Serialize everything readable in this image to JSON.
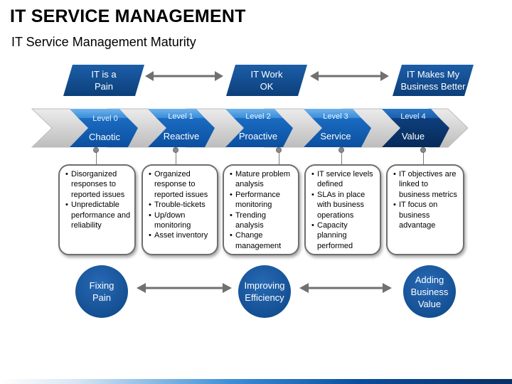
{
  "title": "IT SERVICE MANAGEMENT",
  "subtitle": "IT Service Management Maturity",
  "top_labels": [
    "IT is a\nPain",
    "IT Work\nOK",
    "IT Makes My\nBusiness Better"
  ],
  "levels": [
    {
      "name": "Level 0",
      "label": "Chaotic"
    },
    {
      "name": "Level 1",
      "label": "Reactive"
    },
    {
      "name": "Level 2",
      "label": "Proactive"
    },
    {
      "name": "Level 3",
      "label": "Service"
    },
    {
      "name": "Level 4",
      "label": "Value"
    }
  ],
  "boxes": [
    [
      "Disorganized responses to reported issues",
      "Unpredictable performance and reliability"
    ],
    [
      "Organized response to reported issues",
      "Trouble-tickets",
      "Up/down monitoring",
      "Asset inventory"
    ],
    [
      "Mature problem analysis",
      "Performance monitoring",
      "Trending analysis",
      "Change management"
    ],
    [
      "IT service levels defined",
      "SLAs in place with business operations",
      "Capacity planning performed"
    ],
    [
      "IT objectives are linked to business metrics",
      "IT focus on business advantage"
    ]
  ],
  "circles": [
    "Fixing\nPain",
    "Improving\nEfficiency",
    "Adding\nBusiness\nValue"
  ],
  "colors": {
    "dark_blue": "#0c3f7a",
    "light_blue": "#3f93dd",
    "gray_band": "#c9c9c9"
  }
}
